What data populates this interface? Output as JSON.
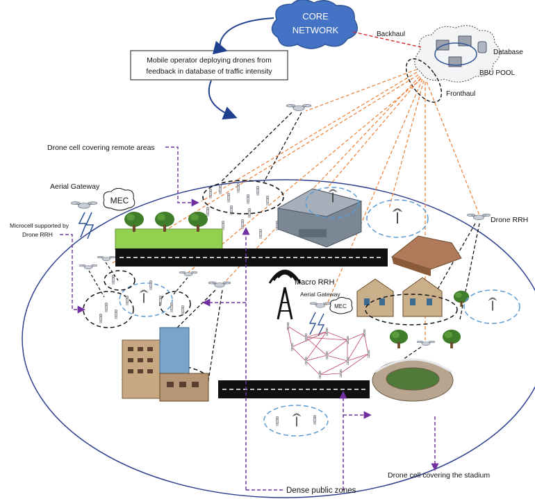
{
  "core_network": {
    "line1": "CORE",
    "line2": "NETWORK",
    "color": "#4472c4"
  },
  "backhaul_label": "Backhaul",
  "database_label": "Database",
  "bbu_pool_label": "BBU POOL",
  "fronthaul_label": "Fronthaul",
  "operator_box": {
    "line1": "Mobile operator deploying drones from",
    "line2": "feedback in database of traffic intensity"
  },
  "labels": {
    "drone_cell_remote": "Drone cell covering remote areas",
    "aerial_gateway": "Aerial Gateway",
    "mec": "MEC",
    "microcell_line1": "Microcell supported by",
    "microcell_line2": "Drone RRH",
    "drone_rrh": "Drone RRH",
    "macro_rrh": "Macro RRH",
    "aerial_gateway_small": "Aerial Gateway",
    "mec_small": "MEC",
    "drone_cell_stadium": "Drone cell covering the stadium",
    "dense_public_zones": "Dense public zones"
  },
  "colors": {
    "backhaul": "#d62728",
    "fronthaul": "#ed7d31",
    "drone_link": "#111111",
    "annotation_arrow": "#7030a0",
    "cell_ring": "#5b9bd5",
    "area_ellipse": "#2f3f8f",
    "road": "#111111",
    "grass": "#92d050",
    "tree": "#3f7d2a",
    "mesh": "#c04060"
  }
}
